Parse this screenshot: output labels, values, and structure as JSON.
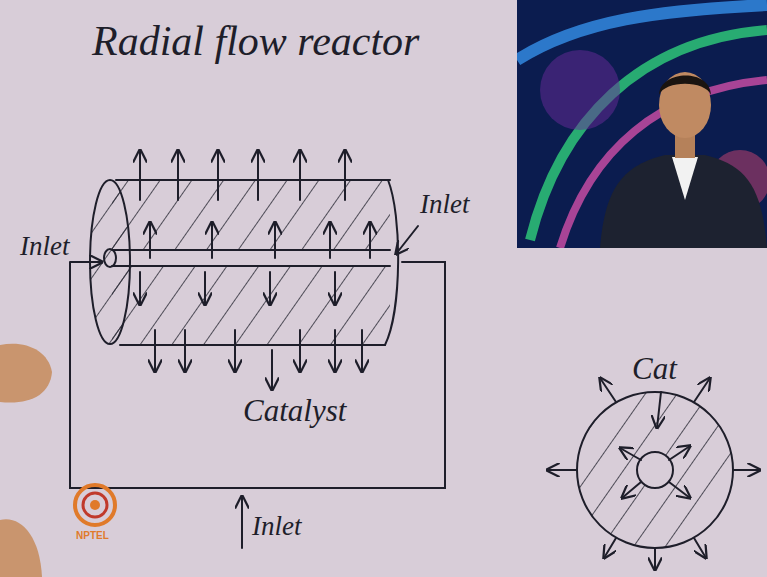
{
  "diagram": {
    "title": "Radial flow reactor",
    "labels": [
      "Inlet",
      "Inlet",
      "Catalyst",
      "Inlet",
      "Cat",
      "NPTEL"
    ]
  }
}
